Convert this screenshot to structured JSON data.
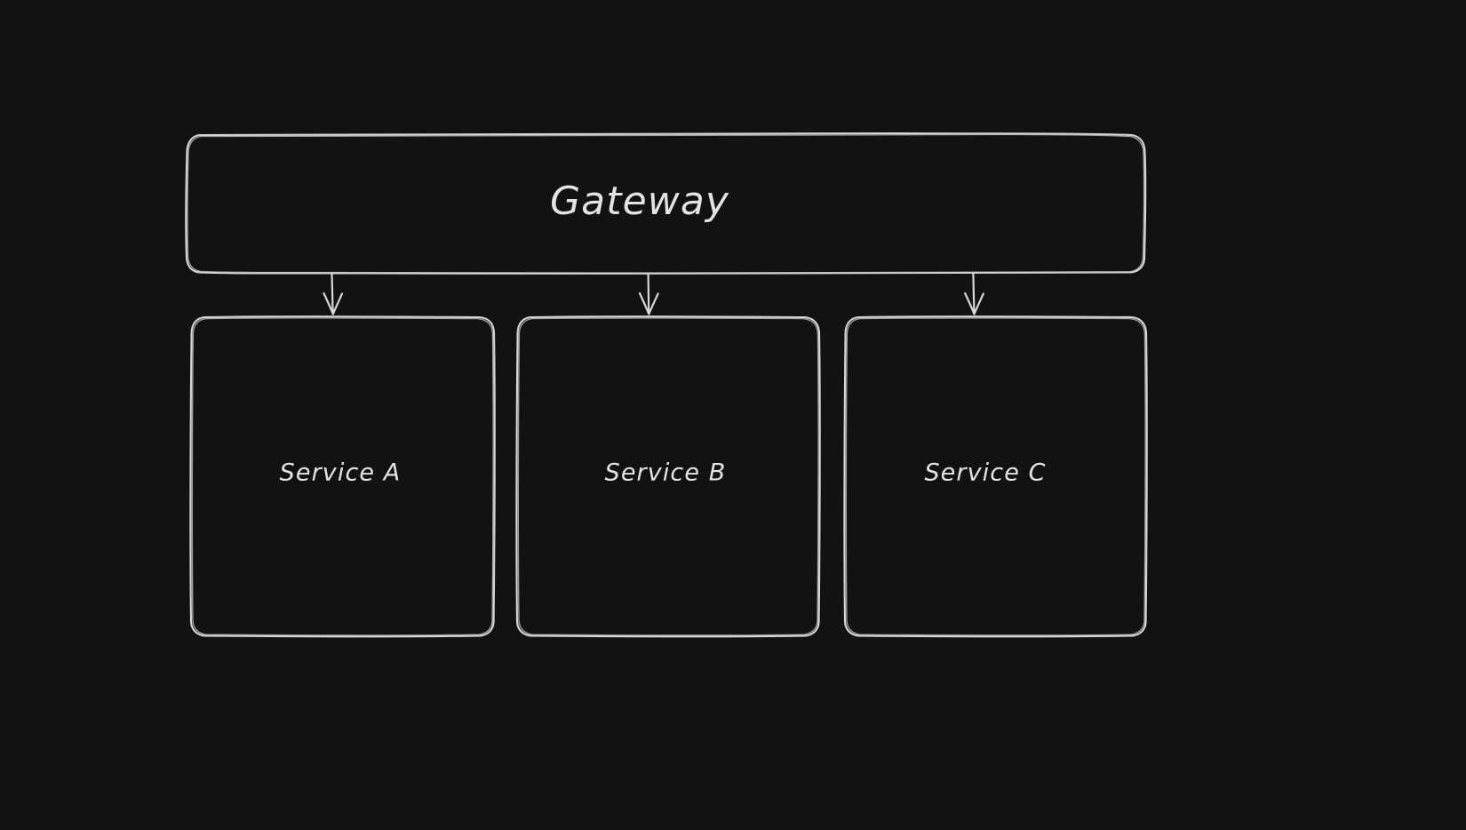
{
  "diagram": {
    "type": "flow-diagram",
    "style": "hand-drawn-sketch",
    "background_color": "#121212",
    "stroke_color": "#d6d6d6",
    "text_color": "#e3e3e3",
    "root": {
      "id": "gateway",
      "label": "Gateway"
    },
    "children": [
      {
        "id": "service-a",
        "label": "Service A"
      },
      {
        "id": "service-b",
        "label": "Service B"
      },
      {
        "id": "service-c",
        "label": "Service C"
      }
    ],
    "edges": [
      {
        "from": "Gateway",
        "to": "Service A",
        "kind": "arrow",
        "direction": "down"
      },
      {
        "from": "Gateway",
        "to": "Service B",
        "kind": "arrow",
        "direction": "down"
      },
      {
        "from": "Gateway",
        "to": "Service C",
        "kind": "arrow",
        "direction": "down"
      }
    ]
  }
}
